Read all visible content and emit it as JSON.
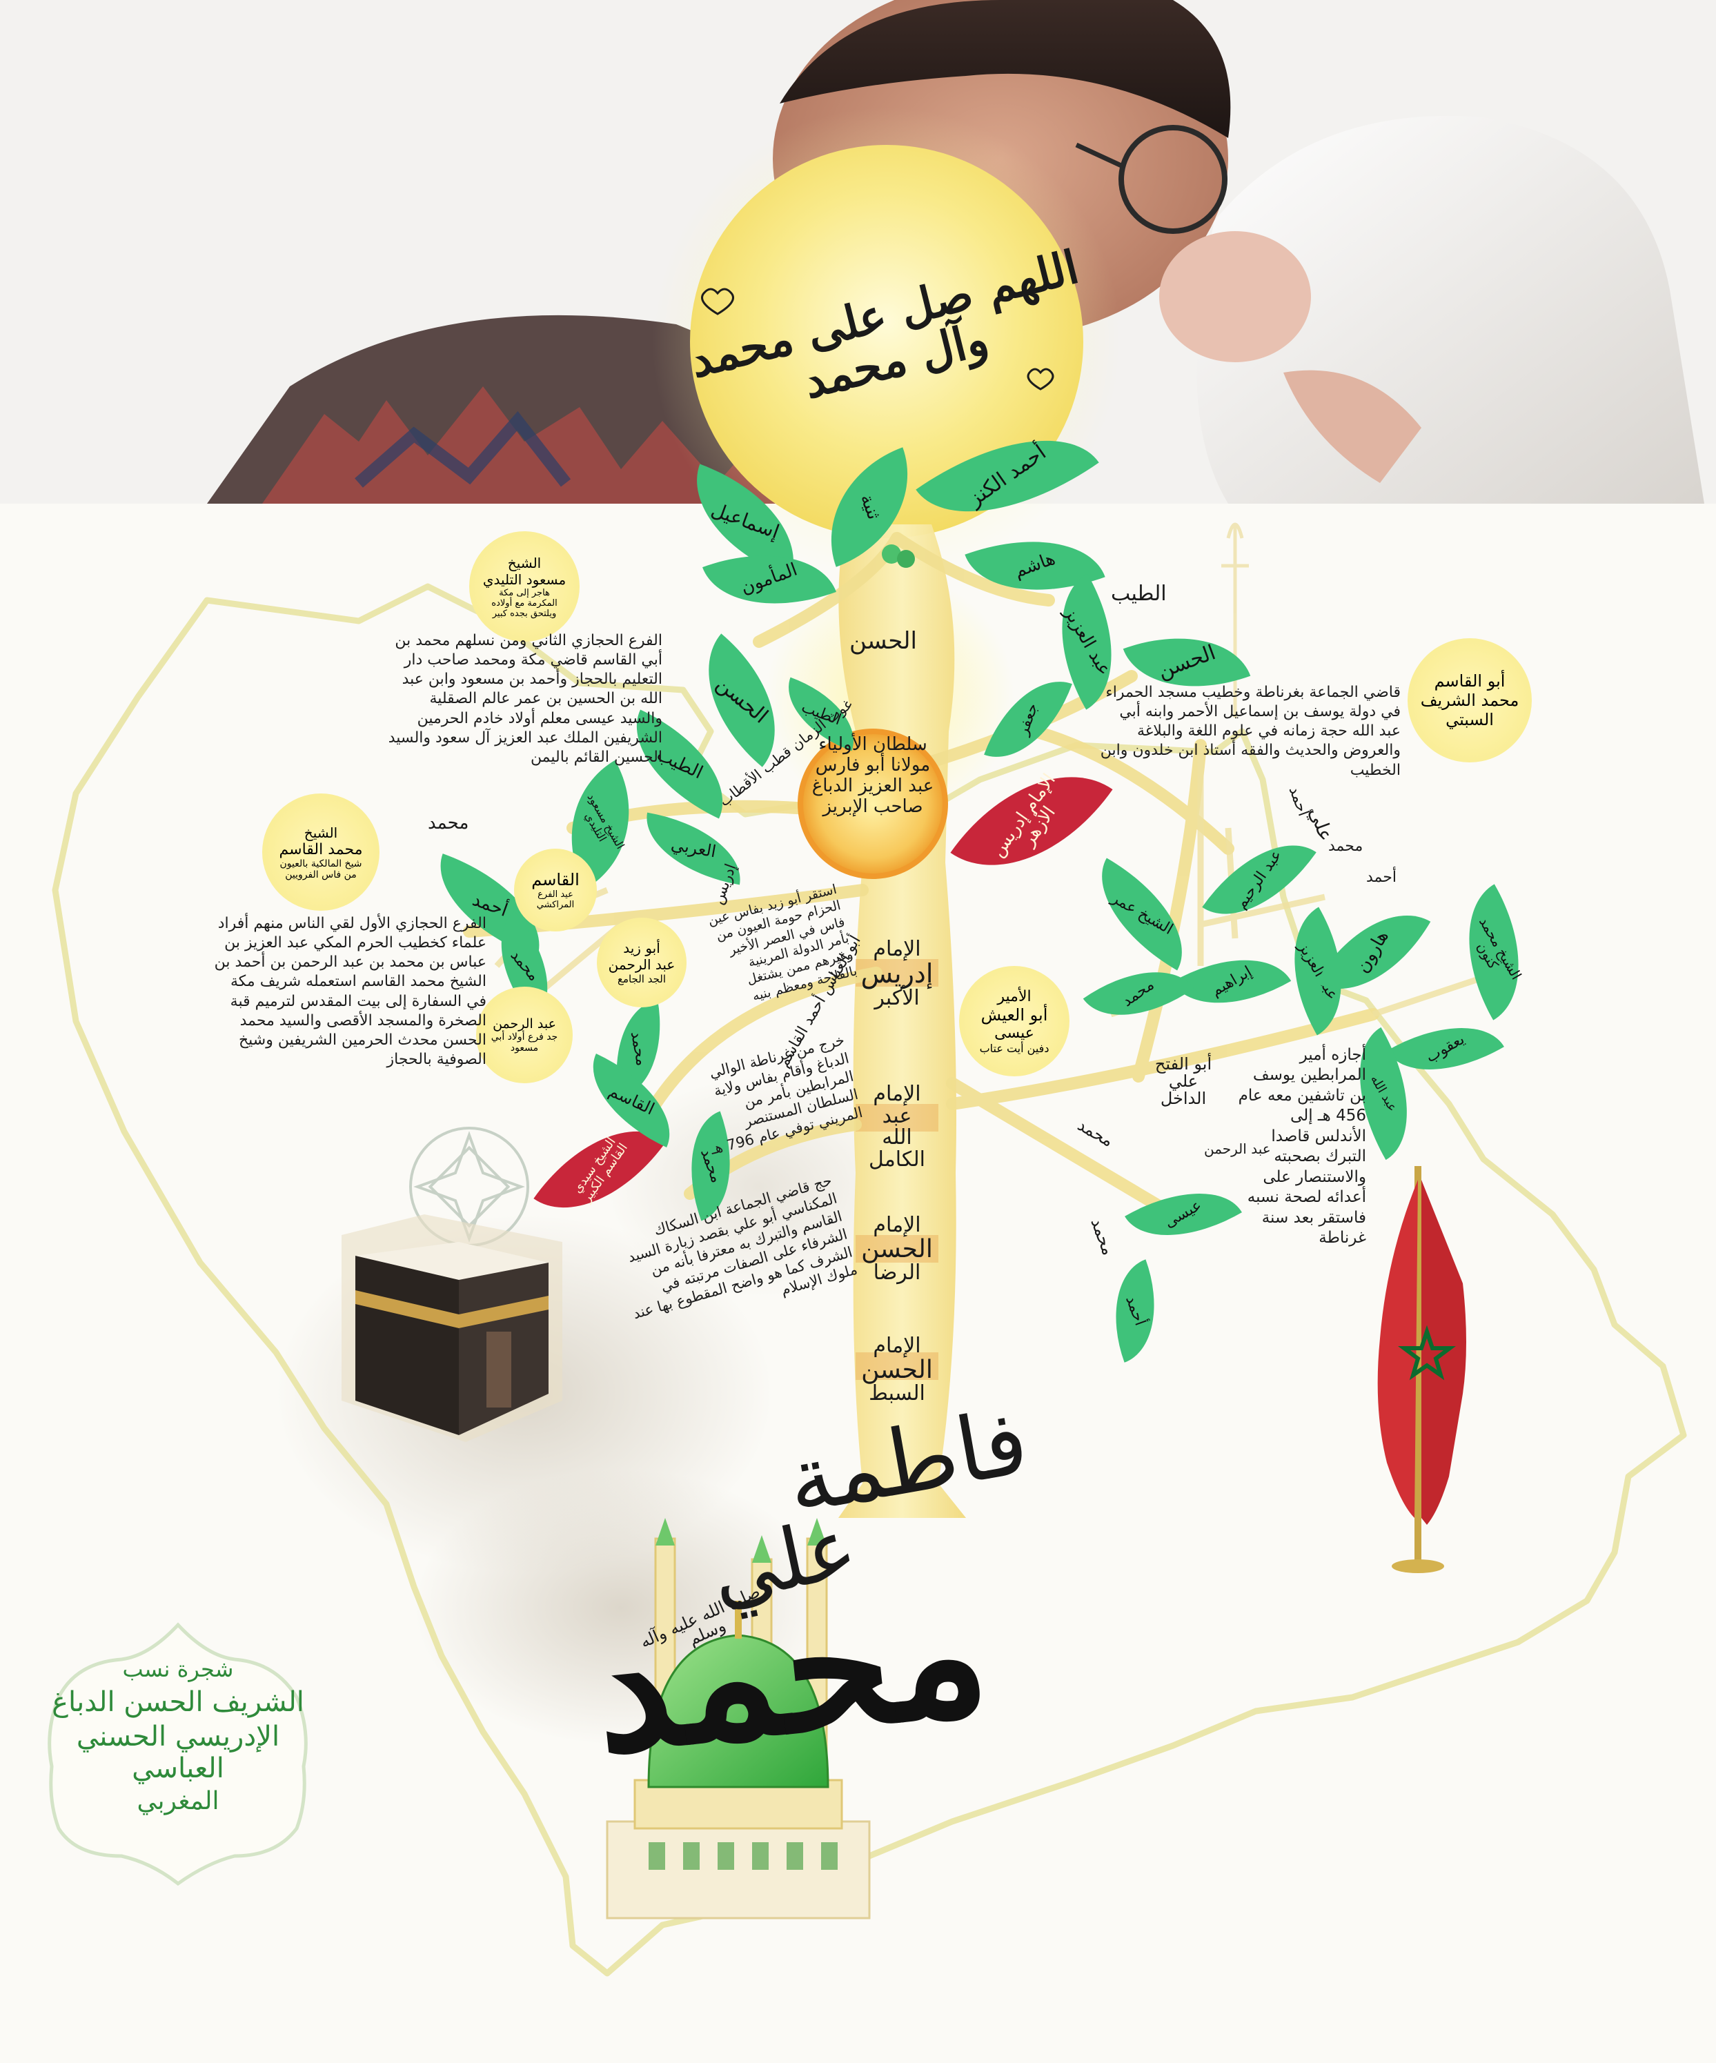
{
  "banner": {
    "salawat": "اللهم صل على محمد وآل محمد"
  },
  "crown_leaves": [
    {
      "text": "أحمد الكنز"
    },
    {
      "text": "ثنية"
    },
    {
      "text": "إسماعيل"
    },
    {
      "text": "المأمون"
    },
    {
      "text": "هاشم"
    }
  ],
  "trunk": {
    "hasan_top": "الحسن",
    "sultan": [
      "سلطان الأولياء",
      "مولانا أبو فارس",
      "عبد العزيز الدباغ",
      "صاحب الإبريز"
    ],
    "ghawth": "غوث الزمان قطب الأقطاب",
    "names": [
      [
        "الإمام",
        "إدريس",
        "الأكبر"
      ],
      [
        "الإمام",
        "عبد",
        "الله",
        "الكامل"
      ],
      [
        "الإمام",
        "الحسن",
        "الرضا"
      ],
      [
        "الإمام",
        "الحسن",
        "السبط"
      ]
    ],
    "calligraphy_fatima": "فاطمة",
    "calligraphy_ali": "علي",
    "calligraphy_muhammad": "محمد",
    "saw": "صلى الله عليه وآله وسلم"
  },
  "red_leaves": [
    {
      "text": "الإمام إدريس الأزهر"
    },
    {
      "text": "الشيخ سيدي القاسم الكبير"
    }
  ],
  "left_leaves": [
    {
      "text": "الحسن"
    },
    {
      "text": "الطيب"
    },
    {
      "text": "الطيب"
    },
    {
      "text": "الشيخ مسعود التليدي"
    },
    {
      "text": "العربي"
    },
    {
      "text": "أحمد"
    },
    {
      "text": "محمد"
    },
    {
      "text": "محمد"
    },
    {
      "text": "القاسم"
    },
    {
      "text": "محمد"
    }
  ],
  "right_leaves": [
    {
      "text": "عبد العزيز"
    },
    {
      "text": "الحسن"
    },
    {
      "text": "جعفر"
    },
    {
      "text": "عبد الرحيم"
    },
    {
      "text": "الشيخ عمر"
    },
    {
      "text": "إبراهيم"
    },
    {
      "text": "محمد"
    },
    {
      "text": "عبد العزيز"
    },
    {
      "text": "هارون"
    },
    {
      "text": "الشيخ محمد كنون"
    },
    {
      "text": "يعقوب"
    },
    {
      "text": "عبد الله"
    },
    {
      "text": "عيسى"
    },
    {
      "text": "أحمد"
    }
  ],
  "plain_labels": {
    "tayyib_right": "الطيب",
    "muhammad_left1": "محمد",
    "ali_right": "علي",
    "muhammad_r1": "محمد",
    "ahmad_r1": "أحمد",
    "ahmad_right2": "أحمد",
    "muhammad_r2": "محمد",
    "abd_rahman_r": "عبد الرحمن",
    "muhammad_r3": "محمد",
    "abu_fath": "أبو الفتح علي الداخل",
    "abul_abbas": "أبو العباس أحمد القاسم",
    "abu_zayd_a": "أبو زيد عبد الرحمن",
    "idris_small": "إدريس"
  },
  "circles": [
    {
      "lines": [
        "الشيخ",
        "مسعود التليدي"
      ],
      "sub": "هاجر إلى مكة المكرمة مع أولاده ويلتحق بجده كبير"
    },
    {
      "lines": [
        "الشيخ",
        "محمد القاسم"
      ],
      "sub": "شيخ المالكية بالعيون من فاس الفرويين"
    },
    {
      "lines": [
        "أبو القاسم",
        "محمد الشريف",
        "السبتي"
      ],
      "sub": ""
    },
    {
      "lines": [
        "القاسم"
      ],
      "sub": "عيد الفرع المراكشي"
    },
    {
      "lines": [
        "أبو زيد",
        "عبد الرحمن"
      ],
      "sub": "الجد الجامع"
    },
    {
      "lines": [
        "عبد الرحمن"
      ],
      "sub": "جد فرع أولاد أبي مسعود"
    },
    {
      "lines": [
        "الأمير",
        "أبو العيش",
        "عيسى"
      ],
      "sub": "دفين أيت عتاب"
    }
  ],
  "paragraphs": {
    "hijazi_second": "الفرع الحجازي الثاني ومن نسلهم محمد بن أبي القاسم قاضي مكة ومحمد صاحب دار التعليم بالحجاز وأحمد بن مسعود وابن عبد الله بن الحسين بن عمر عالم الصقلية والسيد عيسى معلم أولاد خادم الحرمين الشريفين الملك عبد العزيز آل سعود والسيد الحسين القائم باليمن",
    "qadi_granada": "قاضي الجماعة بغرناطة وخطيب مسجد الحمراء في دولة يوسف بن إسماعيل الأحمر وابنه أبي عبد الله حجة زمانه في علوم اللغة والبلاغة والعروض والحديث والفقه أستاذ ابن خلدون وابن الخطيب",
    "hijazi_first": "الفرع الحجازي الأول لقي الناس منهم أفراد علماء كخطيب الحرم المكي عبد العزيز بن عباس بن محمد بن عبد الرحمن بن أحمد بن الشيخ محمد القاسم استعمله شريف مكة في السفارة إلى بيت المقدس لترميم قبة الصخرة والمسجد الأقصى والسيد محمد الحسن محدث الحرمين الشريفين وشيخ الصوفية بالحجاز",
    "abu_zayd_text": "استقر أبو زيد بفاس عين الحزام حومة العيون من فاس في العصر الأخير بأمر الدولة المرينية وغيرهم ممن يشتغل بالفلاحة ومعظم بنيه",
    "abul_abbas_text": "خرج من غرناطة الوالي الدباغ وأقام بفاس ولاية المرابطين بأمر من السلطان المستنصر المريني توفي عام 796 هـ",
    "qadi_abi_sakkak": "حج قاضي الجماعة ابن السكاك المكناسي أبو علي بقصد زيارة السيد القاسم والتبرك به معترفا بأنه من الشرفاء على الصفات مرتبته في الشرف كما هو واضح المقطوع بها عند ملوك الإسلام",
    "murabitun": "أجازه أمير المرابطين يوسف بن تاشفين معه عام 456 هـ إلى الأندلس قاصدا التبرك بصحبته والاستنصار على أعدائه لصحة نسبه فاستقر بعد سنة غرناطة"
  },
  "title_card": {
    "line1": "شجرة نسب",
    "line2": "الشريف الحسن الدباغ",
    "line3": "الإدريسي الحسني العباسي",
    "line4": "المغربي"
  },
  "icons": [
    "kaaba-icon",
    "prophets-mosque-dome-icon",
    "morocco-flag-icon",
    "star-pentagram-icon",
    "heart-icon",
    "mosaic-ornament-icon"
  ],
  "colors": {
    "leaf_green": "#3fc27a",
    "red_leaf": "#c8263a",
    "trunk_yellow": "#f6e79a",
    "sun_yellow": "#f7e77e",
    "title_green": "#2e8a3a",
    "flag_red": "#c1272d",
    "flag_green": "#006233",
    "dome_green": "#4fc24d"
  }
}
